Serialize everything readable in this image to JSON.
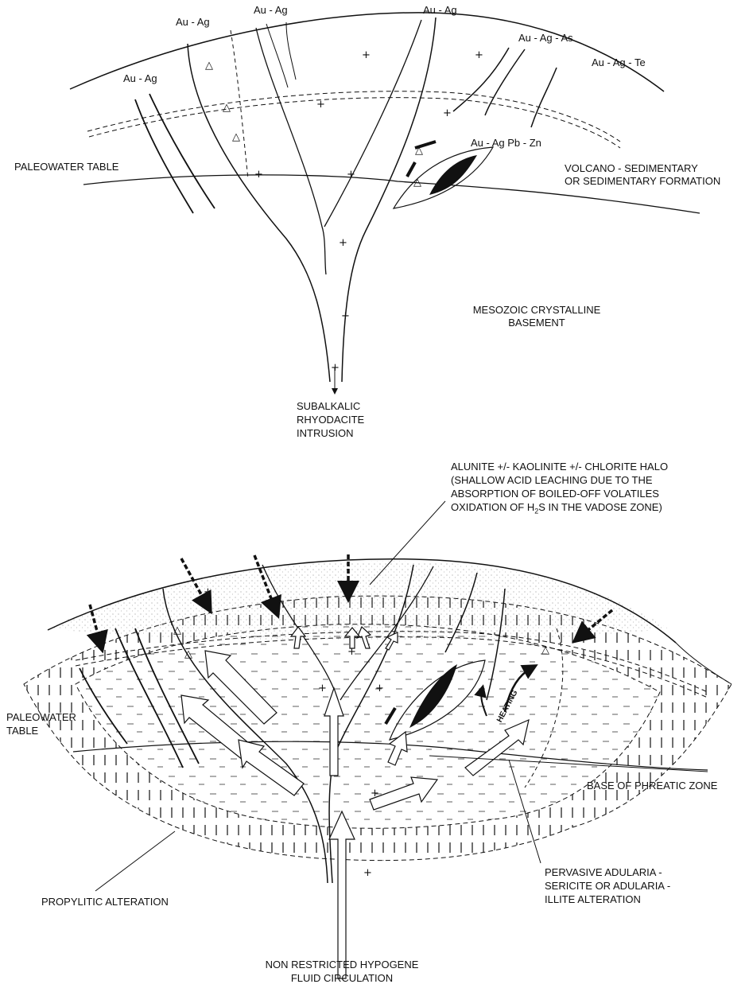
{
  "top_diagram": {
    "ore_labels": [
      "Au - Ag",
      "Au - Ag",
      "Au - Ag",
      "Au - Ag",
      "Au - Ag - As",
      "Au - Ag - Te",
      "Au - Ag  Pb - Zn"
    ],
    "paleowater_table": "PALEOWATER TABLE",
    "volcano_line1": "VOLCANO - SEDIMENTARY",
    "volcano_line2": "OR SEDIMENTARY FORMATION",
    "basement_line1": "MESOZOIC CRYSTALLINE",
    "basement_line2": "BASEMENT",
    "intrusion_line1": "SUBALKALIC",
    "intrusion_line2": "RHYODACITE",
    "intrusion_line3": "INTRUSION"
  },
  "bottom_diagram": {
    "halo_line1": "ALUNITE +/- KAOLINITE +/- CHLORITE HALO",
    "halo_line2": "(SHALLOW ACID LEACHING DUE TO THE",
    "halo_line3": "ABSORPTION OF BOILED-OFF VOLATILES",
    "halo_line4_pre": "OXIDATION OF H",
    "halo_line4_sub": "2",
    "halo_line4_post": "S IN THE VADOSE ZONE)",
    "paleowater_line1": "PALEOWATER",
    "paleowater_line2": "TABLE",
    "heating": "HEATING",
    "phreatic": "BASE OF PHREATIC ZONE",
    "propylitic": "PROPYLITIC ALTERATION",
    "adularia_line1": "PERVASIVE ADULARIA -",
    "adularia_line2": "SERICITE OR ADULARIA -",
    "adularia_line3": "ILLITE ALTERATION",
    "fluid_line1": "NON RESTRICTED HYPOGENE",
    "fluid_line2": "FLUID CIRCULATION"
  }
}
